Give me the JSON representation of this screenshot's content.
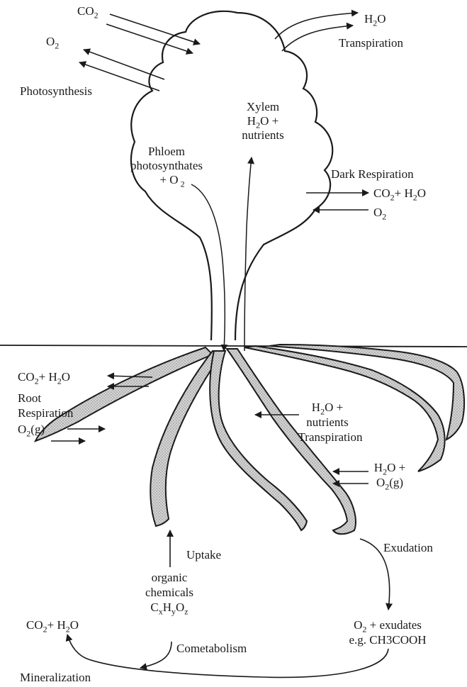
{
  "labels": {
    "co2_in": "CO2",
    "o2_out": "O2",
    "photosynthesis": "Photosynthesis",
    "h2o_out": "H2O",
    "transpiration_top": "Transpiration",
    "xylem_1": "Xylem",
    "xylem_2": "H2O +",
    "xylem_3": "nutrients",
    "phloem_1": "Phloem",
    "phloem_2": "photosynthates",
    "phloem_3": "+ O2",
    "dark_respiration": "Dark Respiration",
    "dark_co2_h2o": "CO2 + H2O",
    "dark_o2": "O2",
    "root_co2_h2o": "CO2 + H2O",
    "root_1": "Root",
    "root_2": "Respiration",
    "root_o2g": "O2(g)",
    "nut_1": "H2O +",
    "nut_2": "nutrients",
    "nut_3": "Transpiration",
    "h2o_o2_1": "H2O +",
    "h2o_o2_2": "O2(g)",
    "uptake": "Uptake",
    "org_1": "organic",
    "org_2": "chemicals",
    "org_3": "CxHyOz",
    "exudation": "Exudation",
    "exu_1": "O2 + exudates",
    "exu_2": "e.g. CH3COOH",
    "mineral_co2_h2o": "CO2 + H2O",
    "cometabolism": "Cometabolism",
    "mineralization": "Mineralization"
  }
}
